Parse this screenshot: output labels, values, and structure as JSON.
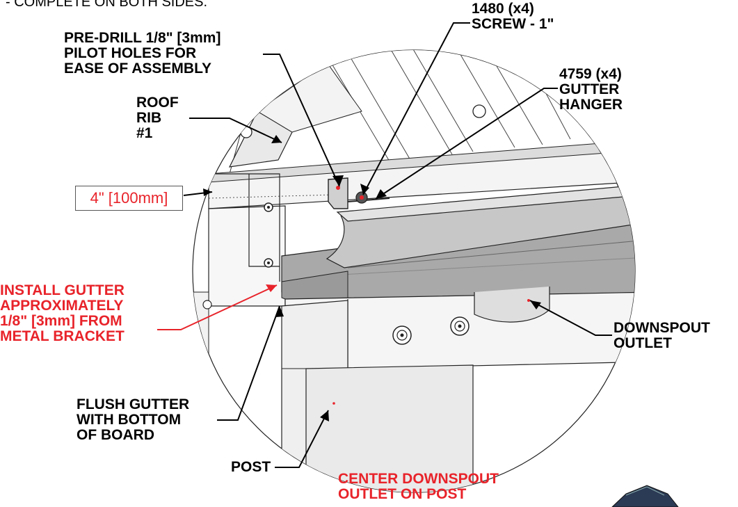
{
  "header_note": "- COMPLETE ON BOTH SIDES.",
  "labels": {
    "predrill": [
      "PRE-DRILL 1/8\" [3mm]",
      "PILOT HOLES FOR",
      "EASE OF ASSEMBLY"
    ],
    "screw": [
      "1480 (x4)",
      "SCREW - 1\""
    ],
    "hanger": [
      "4759 (x4)",
      "GUTTER",
      "HANGER"
    ],
    "roof_rib": [
      "ROOF",
      "RIB",
      "#1"
    ],
    "dimension": "4\" [100mm]",
    "install_gutter": [
      "INSTALL GUTTER",
      "APPROXIMATELY",
      "1/8\" [3mm] FROM",
      "METAL BRACKET"
    ],
    "downspout": [
      "DOWNSPOUT",
      "OUTLET"
    ],
    "flush_gutter": [
      "FLUSH GUTTER",
      "WITH BOTTOM",
      "OF BOARD"
    ],
    "post": "POST",
    "center_downspout": [
      "CENTER DOWNSPOUT",
      "OUTLET ON POST"
    ]
  },
  "colors": {
    "callout_red": "#e8232a",
    "line": "#000000",
    "gutter_fill": "#a9a9a9",
    "part_fill": "#e6e6e6"
  }
}
